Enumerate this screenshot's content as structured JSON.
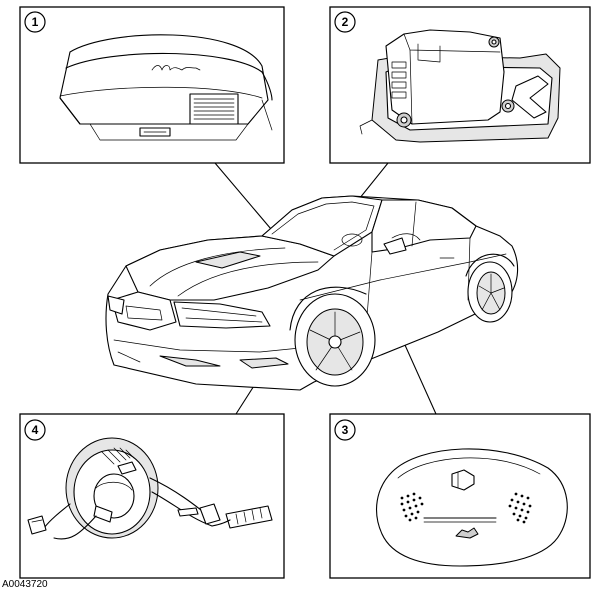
{
  "callouts": {
    "c1": "1",
    "c2": "2",
    "c3": "3",
    "c4": "4"
  },
  "figure_id": "A0043720"
}
